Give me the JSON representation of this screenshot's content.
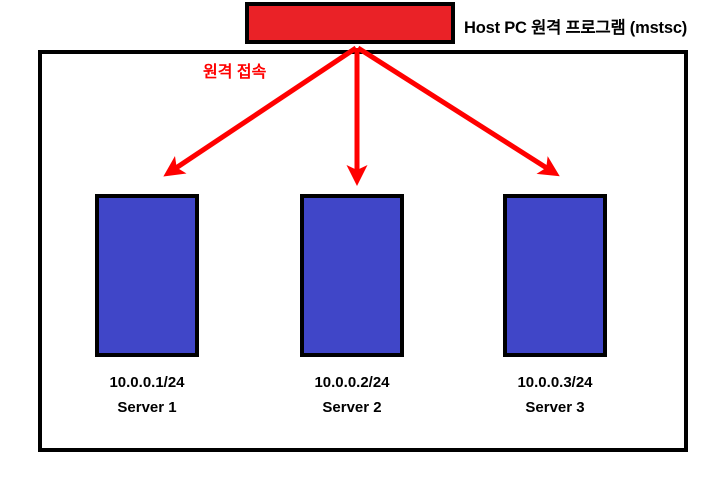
{
  "diagram": {
    "host": {
      "box_label": "",
      "title": "Host PC 원격 프로그램 (mstsc)",
      "box_color": "#ea2227",
      "border_color": "#000000"
    },
    "connection": {
      "label": "원격 접속",
      "label_color": "#ff0000",
      "arrow_color": "#ff0000",
      "arrow_count": 3
    },
    "frame": {
      "border_color": "#000000"
    },
    "servers": [
      {
        "ip": "10.0.0.1/24",
        "name": "Server 1",
        "color": "#4046c8"
      },
      {
        "ip": "10.0.0.2/24",
        "name": "Server 2",
        "color": "#4046c8"
      },
      {
        "ip": "10.0.0.3/24",
        "name": "Server 3",
        "color": "#4046c8"
      }
    ]
  }
}
